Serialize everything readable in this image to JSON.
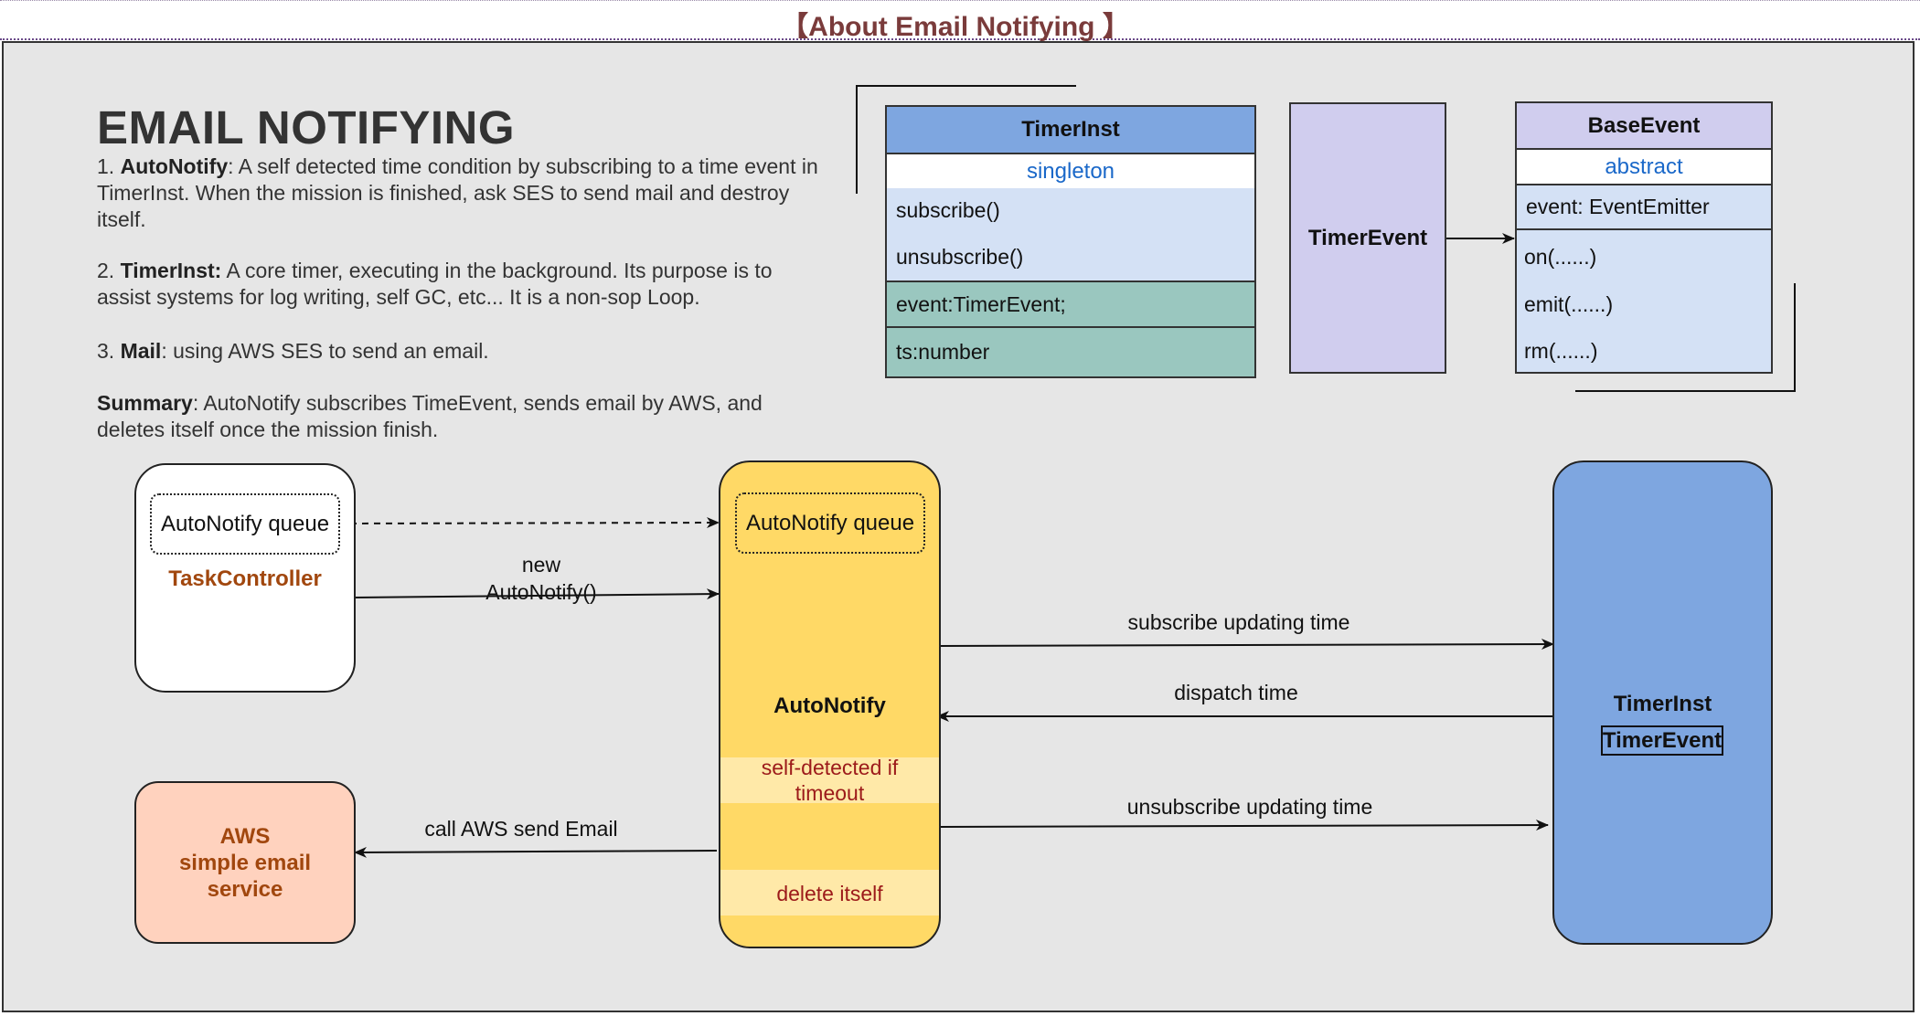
{
  "page": {
    "title": "【About Email Notifying 】"
  },
  "intro": {
    "heading": "EMAIL NOTIFYING",
    "items": [
      {
        "prefix": "1. ",
        "term": "AutoNotify",
        "text": ": A self detected time condition by subscribing to a time event in TimerInst. When the mission is finished, ask SES to send mail and destroy itself."
      },
      {
        "prefix": "2. ",
        "term": "TimerInst:",
        "text": " A core timer, executing in the background. Its purpose is to assist systems for log writing, self GC, etc... It is a non-sop Loop."
      },
      {
        "prefix": "3. ",
        "term": "Mail",
        "text": ": using AWS SES to send an email."
      },
      {
        "prefix": "",
        "term": "Summary",
        "text": ": AutoNotify subscribes TimeEvent, sends email by AWS, and deletes itself once the mission finish."
      }
    ]
  },
  "uml": {
    "timerinst": {
      "title": "TimerInst",
      "stereotype": "singleton",
      "methods": [
        "subscribe()",
        "unsubscribe()"
      ],
      "fields": [
        "event:TimerEvent;",
        "ts:number"
      ]
    },
    "timerevent": {
      "title": "TimerEvent"
    },
    "baseevent": {
      "title": "BaseEvent",
      "stereotype": "abstract",
      "field": "event: EventEmitter",
      "methods": [
        "on(......)",
        "emit(......)",
        "rm(......)"
      ]
    }
  },
  "flow": {
    "taskcontroller": {
      "queue": "AutoNotify queue",
      "label": "TaskController"
    },
    "autonotify": {
      "queue": "AutoNotify queue",
      "label": "AutoNotify",
      "selfdetect": "self-detected if timeout",
      "delete": "delete itself"
    },
    "aws": {
      "label": "AWS\nsimple email\nservice"
    },
    "timer": {
      "label": "TimerInst",
      "sub": "TimerEvent"
    },
    "edges": {
      "new": "new\nAutoNotify()",
      "subscribe": "subscribe updating time",
      "dispatch": "dispatch time",
      "unsubscribe": "unsubscribe updating time",
      "call_aws": "call AWS send Email"
    }
  },
  "colors": {
    "uml_header": "#7ea6e0",
    "uml_method_row": "#d4e1f5",
    "uml_field_row": "#9ac7bf",
    "lavender": "#d0cdee",
    "autonotify_fill": "#ffd966",
    "autonotify_band": "#ffe9a8",
    "aws_fill": "#ffd2be",
    "timer_fill": "#7ea6e0",
    "title_color": "#7a3b3b",
    "brown_label": "#a1470e",
    "red_label": "#9c1a1a"
  }
}
